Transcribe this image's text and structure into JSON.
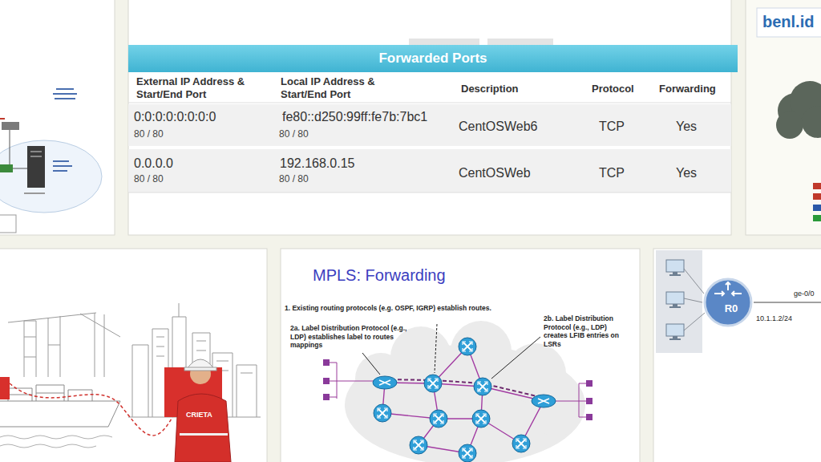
{
  "diagram": {
    "nodes": [
      {
        "text": [
          "Forwarded Ports"
        ]
      },
      {
        "text": [
          "R0"
        ]
      }
    ],
    "labels": [
      "External IP Address & Start/End Port",
      "Local IP Address & Start/End Port",
      "Description",
      "Protocol",
      "Forwarding",
      "0:0:0:0:0:0:0:0",
      "80 / 80",
      "fe80::d250:99ff:fe7b:7bc1",
      "80 / 80",
      "CentOSWeb6",
      "TCP",
      "Yes",
      "0.0.0.0",
      "80 / 80",
      "192.168.0.15",
      "80 / 80",
      "CentOSWeb",
      "TCP",
      "Yes",
      "MPLS: Forwarding",
      "1. Existing routing protocols (e.g. OSPF, IGRP) establish routes.",
      "2a. Label Distribution Protocol (e.g., LDP) establishes label to routes mappings",
      "2b. Label Distribution Protocol (e.g., LDP) creates LFIB entries on LSRs",
      "10.1.1.2/24",
      "ge-0/0",
      "benl.id",
      "CRIETA"
    ]
  }
}
